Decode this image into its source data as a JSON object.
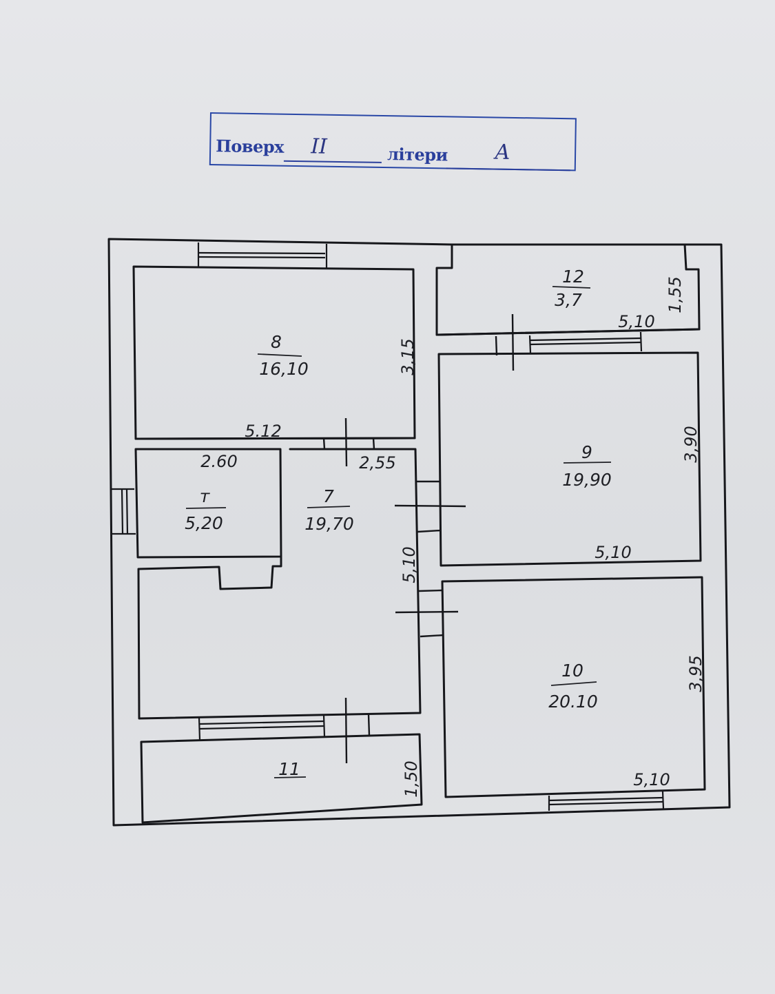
{
  "stamp": {
    "floor_label": "Поверх",
    "floor_value": "II",
    "letter_label": "літери",
    "letter_value": "А"
  },
  "rooms": [
    {
      "id": "room-8",
      "number": "8",
      "area": "16,10"
    },
    {
      "id": "room-12",
      "number": "12",
      "area": "3,7"
    },
    {
      "id": "room-9",
      "number": "9",
      "area": "19,90"
    },
    {
      "id": "room-10",
      "number": "10",
      "area": "20.10"
    },
    {
      "id": "room-7",
      "number": "7",
      "area": "19,70"
    },
    {
      "id": "room-wc",
      "number": "т",
      "area": "5,20"
    },
    {
      "id": "room-11",
      "number": "11",
      "area": ""
    }
  ],
  "dimensions": [
    {
      "id": "dim-room8-height",
      "value": "3,15"
    },
    {
      "id": "dim-room8-width",
      "value": "5.12"
    },
    {
      "id": "dim-room12-height",
      "value": "1,55"
    },
    {
      "id": "dim-room12-width",
      "value": "5,10"
    },
    {
      "id": "dim-room9-height",
      "value": "3,90"
    },
    {
      "id": "dim-room9-width",
      "value": "5,10"
    },
    {
      "id": "dim-room10-height",
      "value": "3,95"
    },
    {
      "id": "dim-room10-width",
      "value": "5,10"
    },
    {
      "id": "dim-wc-width",
      "value": "2.60"
    },
    {
      "id": "dim-room7-width",
      "value": "2,55"
    },
    {
      "id": "dim-room7-height",
      "value": "5,10"
    },
    {
      "id": "dim-room11-height",
      "value": "1,50"
    }
  ]
}
